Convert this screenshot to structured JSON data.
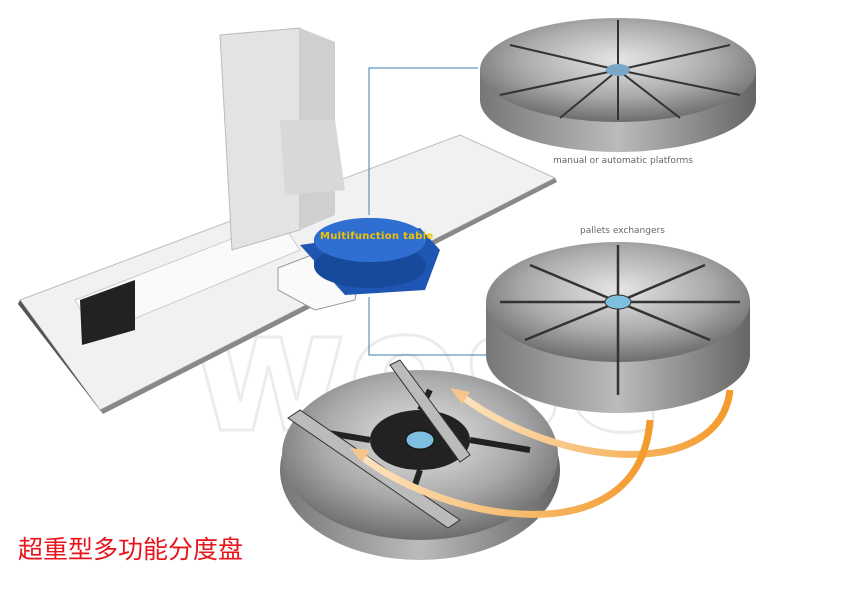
{
  "labels": {
    "multifunction_table": "Multifunction table",
    "manual_platforms": "manual or automatic platforms",
    "pallets_exchangers": "pallets exchangers"
  },
  "title": "超重型多功能分度盘",
  "watermark": "wesc",
  "colors": {
    "title": "#e8141b",
    "table_blue": "#1f56b3",
    "label_yellow": "#f2c200",
    "connector_line": "#3b7fb0",
    "arrow_orange": "#f39a2b"
  }
}
